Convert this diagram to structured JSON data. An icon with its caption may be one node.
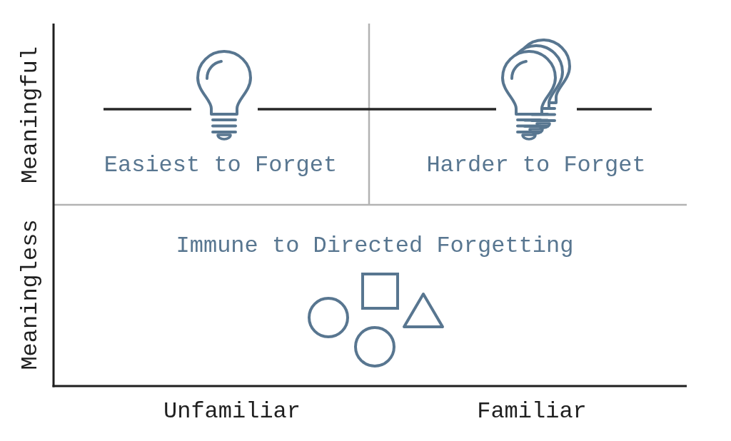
{
  "diagram": {
    "labels": [
      "Meaningful",
      "Easiest to Forget",
      "Harder to Forget",
      "Meaningless",
      "Immune to Directed Forgetting",
      "Unfamiliar",
      "Familiar"
    ]
  }
}
